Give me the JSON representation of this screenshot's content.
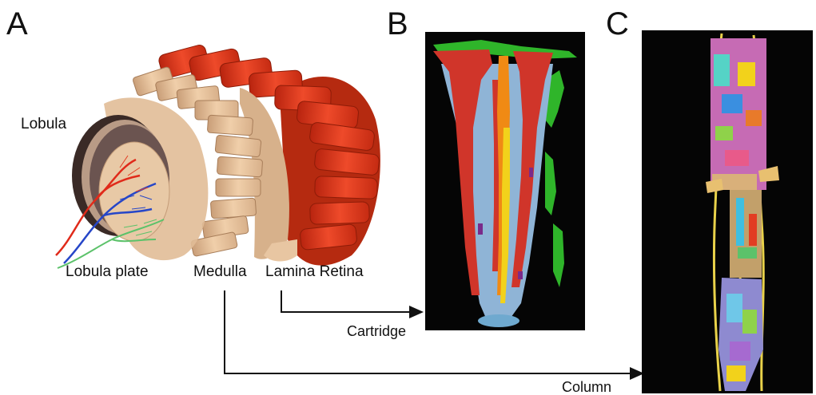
{
  "panels": {
    "a": "A",
    "b": "B",
    "c": "C"
  },
  "labels": {
    "lobula": "Lobula",
    "lobula_plate": "Lobula plate",
    "medulla": "Medulla",
    "lamina_retina": "Lamina Retina",
    "cartridge": "Cartridge",
    "column": "Column"
  },
  "colors": {
    "retina": "#e23d22",
    "neuropil": "#e5be98",
    "arrow": "#111111",
    "em_background": "#050505"
  }
}
